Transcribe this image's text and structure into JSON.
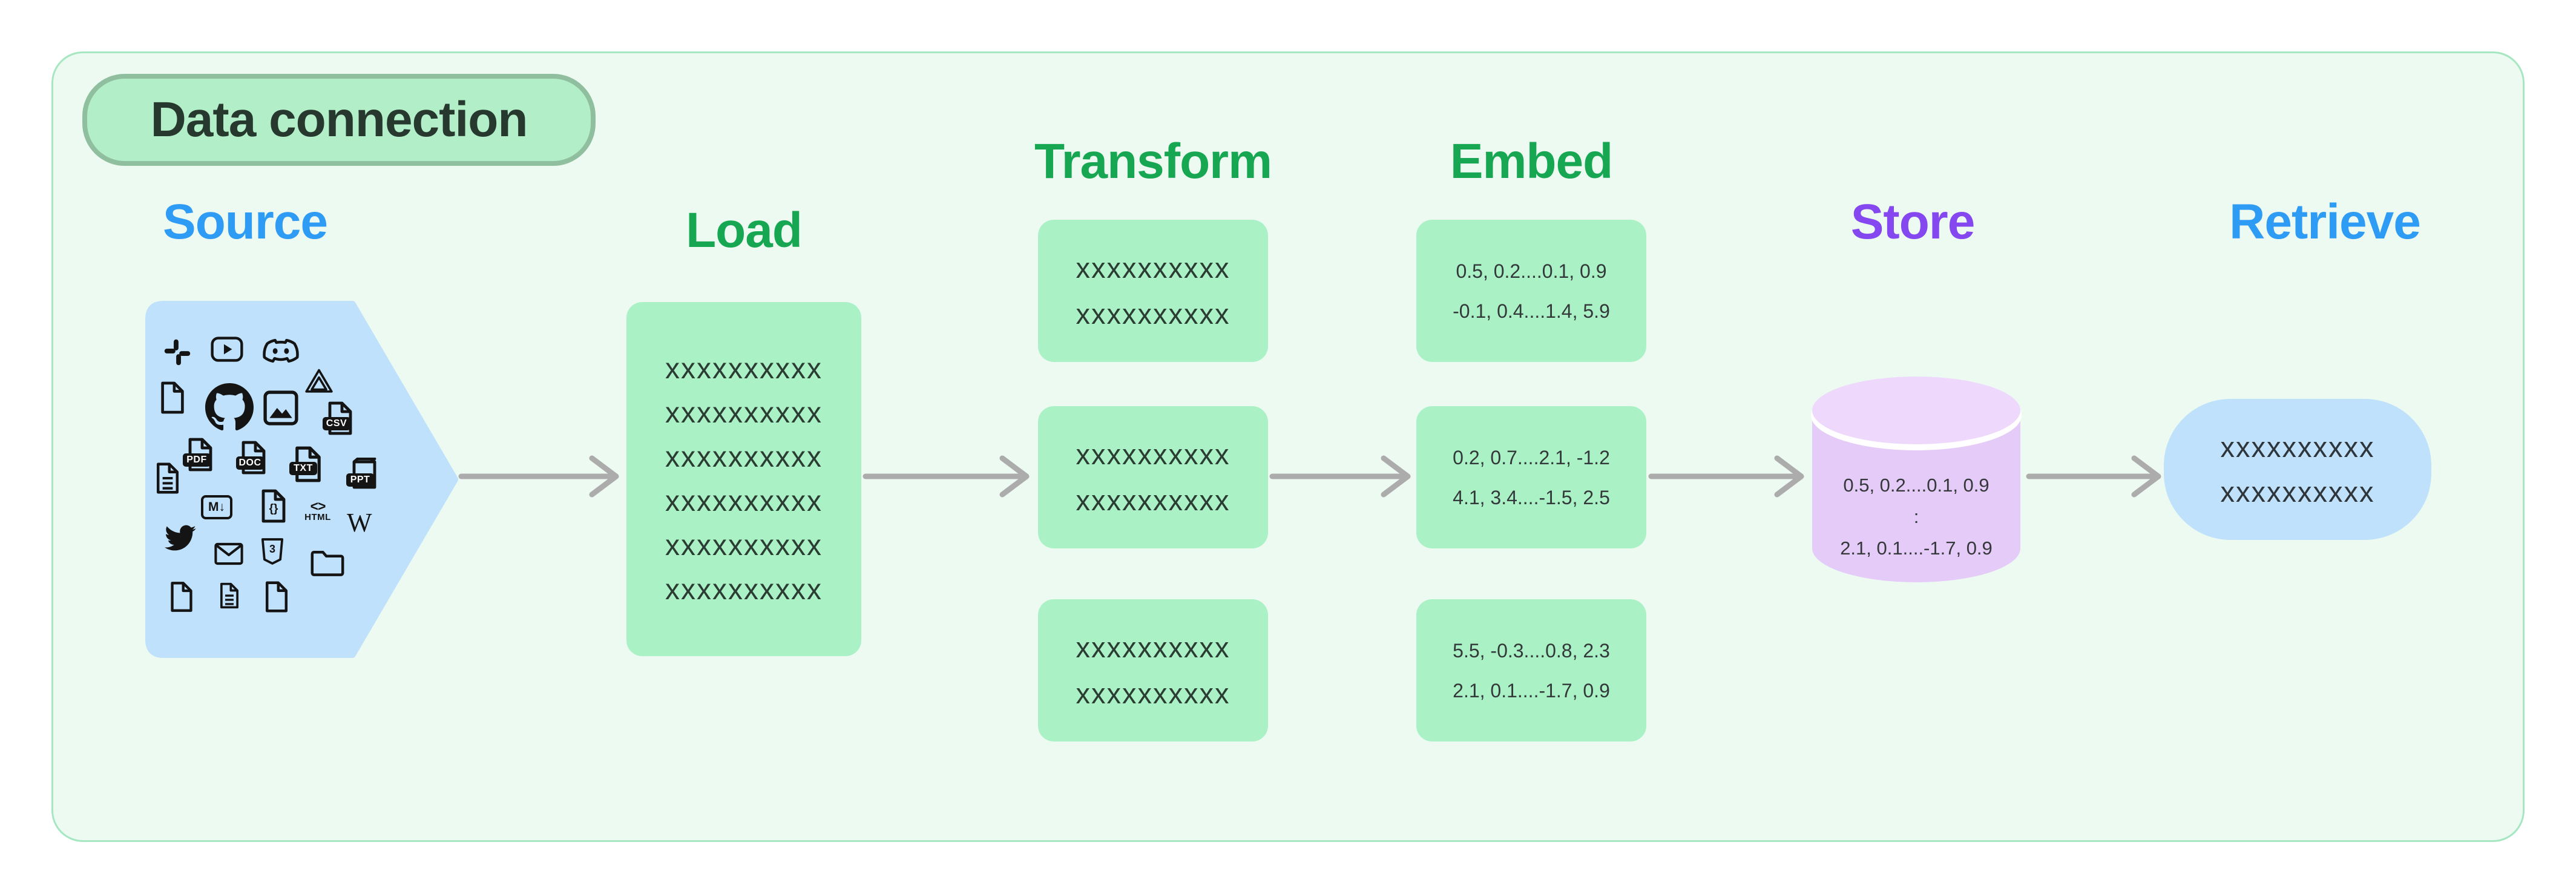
{
  "title": "Data connection",
  "stages": {
    "source": {
      "label": "Source"
    },
    "load": {
      "label": "Load",
      "box_lines": [
        "xxxxxxxxxx",
        "xxxxxxxxxx",
        "xxxxxxxxxx",
        "xxxxxxxxxx",
        "xxxxxxxxxx",
        "xxxxxxxxxx"
      ]
    },
    "transform": {
      "label": "Transform",
      "boxes": [
        {
          "lines": [
            "xxxxxxxxxx",
            "xxxxxxxxxx"
          ]
        },
        {
          "lines": [
            "xxxxxxxxxx",
            "xxxxxxxxxx"
          ]
        },
        {
          "lines": [
            "xxxxxxxxxx",
            "xxxxxxxxxx"
          ]
        }
      ]
    },
    "embed": {
      "label": "Embed",
      "boxes": [
        {
          "lines": [
            "0.5, 0.2....0.1, 0.9",
            "-0.1, 0.4....1.4, 5.9"
          ]
        },
        {
          "lines": [
            "0.2, 0.7....2.1, -1.2",
            "4.1, 3.4....-1.5, 2.5"
          ]
        },
        {
          "lines": [
            "5.5, -0.3....0.8, 2.3",
            "2.1, 0.1....-1.7, 0.9"
          ]
        }
      ]
    },
    "store": {
      "label": "Store",
      "db_lines": [
        "0.5, 0.2....0.1, 0.9",
        ":",
        "2.1, 0.1....-1.7, 0.9"
      ]
    },
    "retrieve": {
      "label": "Retrieve",
      "box_lines": [
        "xxxxxxxxxx",
        "xxxxxxxxxx"
      ]
    }
  },
  "source_icon_labels": {
    "csv": "CSV",
    "pdf": "PDF",
    "doc": "DOC",
    "txt": "TXT",
    "ppt": "PPT",
    "markdown": "M↓",
    "braces": "{}",
    "code": "<>",
    "html": "HTML",
    "wikipedia": "W",
    "css3": "3"
  },
  "colors": {
    "heading_blue": "#2e9bf4",
    "heading_green": "#17a752",
    "heading_purple": "#8447f0",
    "panel_bg": "#edfaf2",
    "panel_border": "#a6e7c1",
    "title_pill_bg": "#b2efc8",
    "title_pill_border": "#8fbf9f",
    "green_box": "#aaf2c5",
    "blue_shape": "#bfe1fb",
    "cylinder_body": "#e5cbf7",
    "cylinder_top": "#eed9fc",
    "arrow": "#acacac",
    "icon": "#141414",
    "box_text": "#2b3c33"
  }
}
